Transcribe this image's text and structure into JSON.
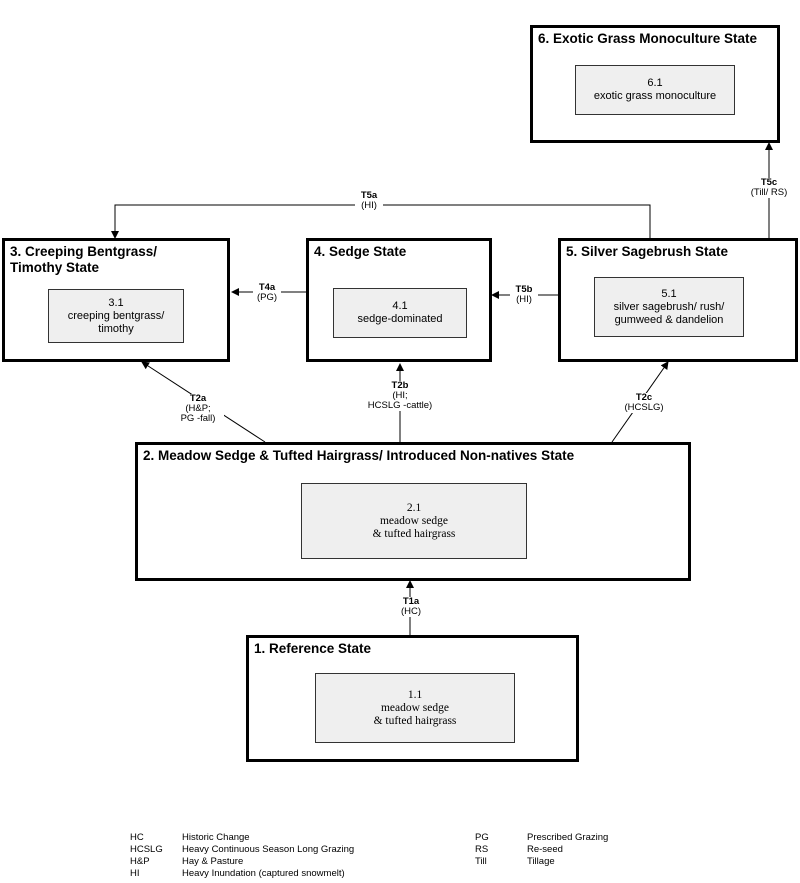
{
  "states": {
    "s1": {
      "title": "1. Reference State",
      "community": {
        "id": "1.1",
        "name": "meadow sedge\n& tufted hairgrass"
      }
    },
    "s2": {
      "title": "2. Meadow Sedge & Tufted Hairgrass/ Introduced Non-natives State",
      "community": {
        "id": "2.1",
        "name": "meadow sedge\n& tufted hairgrass"
      }
    },
    "s3": {
      "title": "3. Creeping Bentgrass/\nTimothy State",
      "community": {
        "id": "3.1",
        "name": "creeping bentgrass/\ntimothy"
      }
    },
    "s4": {
      "title": "4. Sedge State",
      "community": {
        "id": "4.1",
        "name": "sedge-dominated"
      }
    },
    "s5": {
      "title": "5. Silver Sagebrush State",
      "community": {
        "id": "5.1",
        "name": "silver sagebrush/ rush/\ngumweed & dandelion"
      }
    },
    "s6": {
      "title": "6. Exotic Grass Monoculture State",
      "community": {
        "id": "6.1",
        "name": "exotic grass monoculture"
      }
    }
  },
  "transitions": {
    "t1a": {
      "id": "T1a",
      "cause": "(HC)"
    },
    "t2a": {
      "id": "T2a",
      "cause": "(H&P;\nPG -fall)"
    },
    "t2b": {
      "id": "T2b",
      "cause": "(HI;\nHCSLG -cattle)"
    },
    "t2c": {
      "id": "T2c",
      "cause": "(HCSLG)"
    },
    "t4a": {
      "id": "T4a",
      "cause": "(PG)"
    },
    "t5a": {
      "id": "T5a",
      "cause": "(HI)"
    },
    "t5b": {
      "id": "T5b",
      "cause": "(HI)"
    },
    "t5c": {
      "id": "T5c",
      "cause": "(Till/ RS)"
    }
  },
  "legend": {
    "left": [
      {
        "abbr": "HC",
        "desc": "Historic Change"
      },
      {
        "abbr": "HCSLG",
        "desc": "Heavy Continuous Season Long Grazing"
      },
      {
        "abbr": "H&P",
        "desc": "Hay & Pasture"
      },
      {
        "abbr": "HI",
        "desc": "Heavy Inundation (captured snowmelt)"
      }
    ],
    "right": [
      {
        "abbr": "PG",
        "desc": "Prescribed Grazing"
      },
      {
        "abbr": "RS",
        "desc": "Re-seed"
      },
      {
        "abbr": "Till",
        "desc": "Tillage"
      }
    ]
  }
}
